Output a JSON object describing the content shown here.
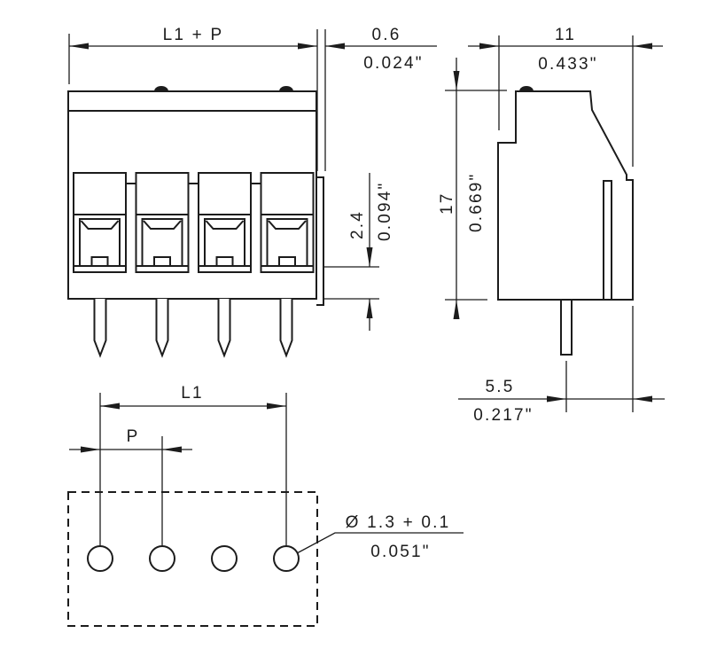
{
  "front_view": {
    "dim_width": {
      "label": "L1 + P"
    },
    "dim_offset": {
      "mm": "0.6",
      "inch": "0.024\""
    },
    "dim_clamp": {
      "mm": "2.4",
      "inch": "0.094\""
    }
  },
  "side_view": {
    "dim_depth": {
      "mm": "11",
      "inch": "0.433\""
    },
    "dim_height": {
      "mm": "17",
      "inch": "0.669\""
    },
    "dim_pin": {
      "mm": "5.5",
      "inch": "0.217\""
    }
  },
  "bottom_view": {
    "dim_l1": {
      "label": "L1"
    },
    "dim_p": {
      "label": "P"
    },
    "dim_hole": {
      "mm": "Ø 1.3 + 0.1",
      "inch": "0.051\""
    }
  }
}
